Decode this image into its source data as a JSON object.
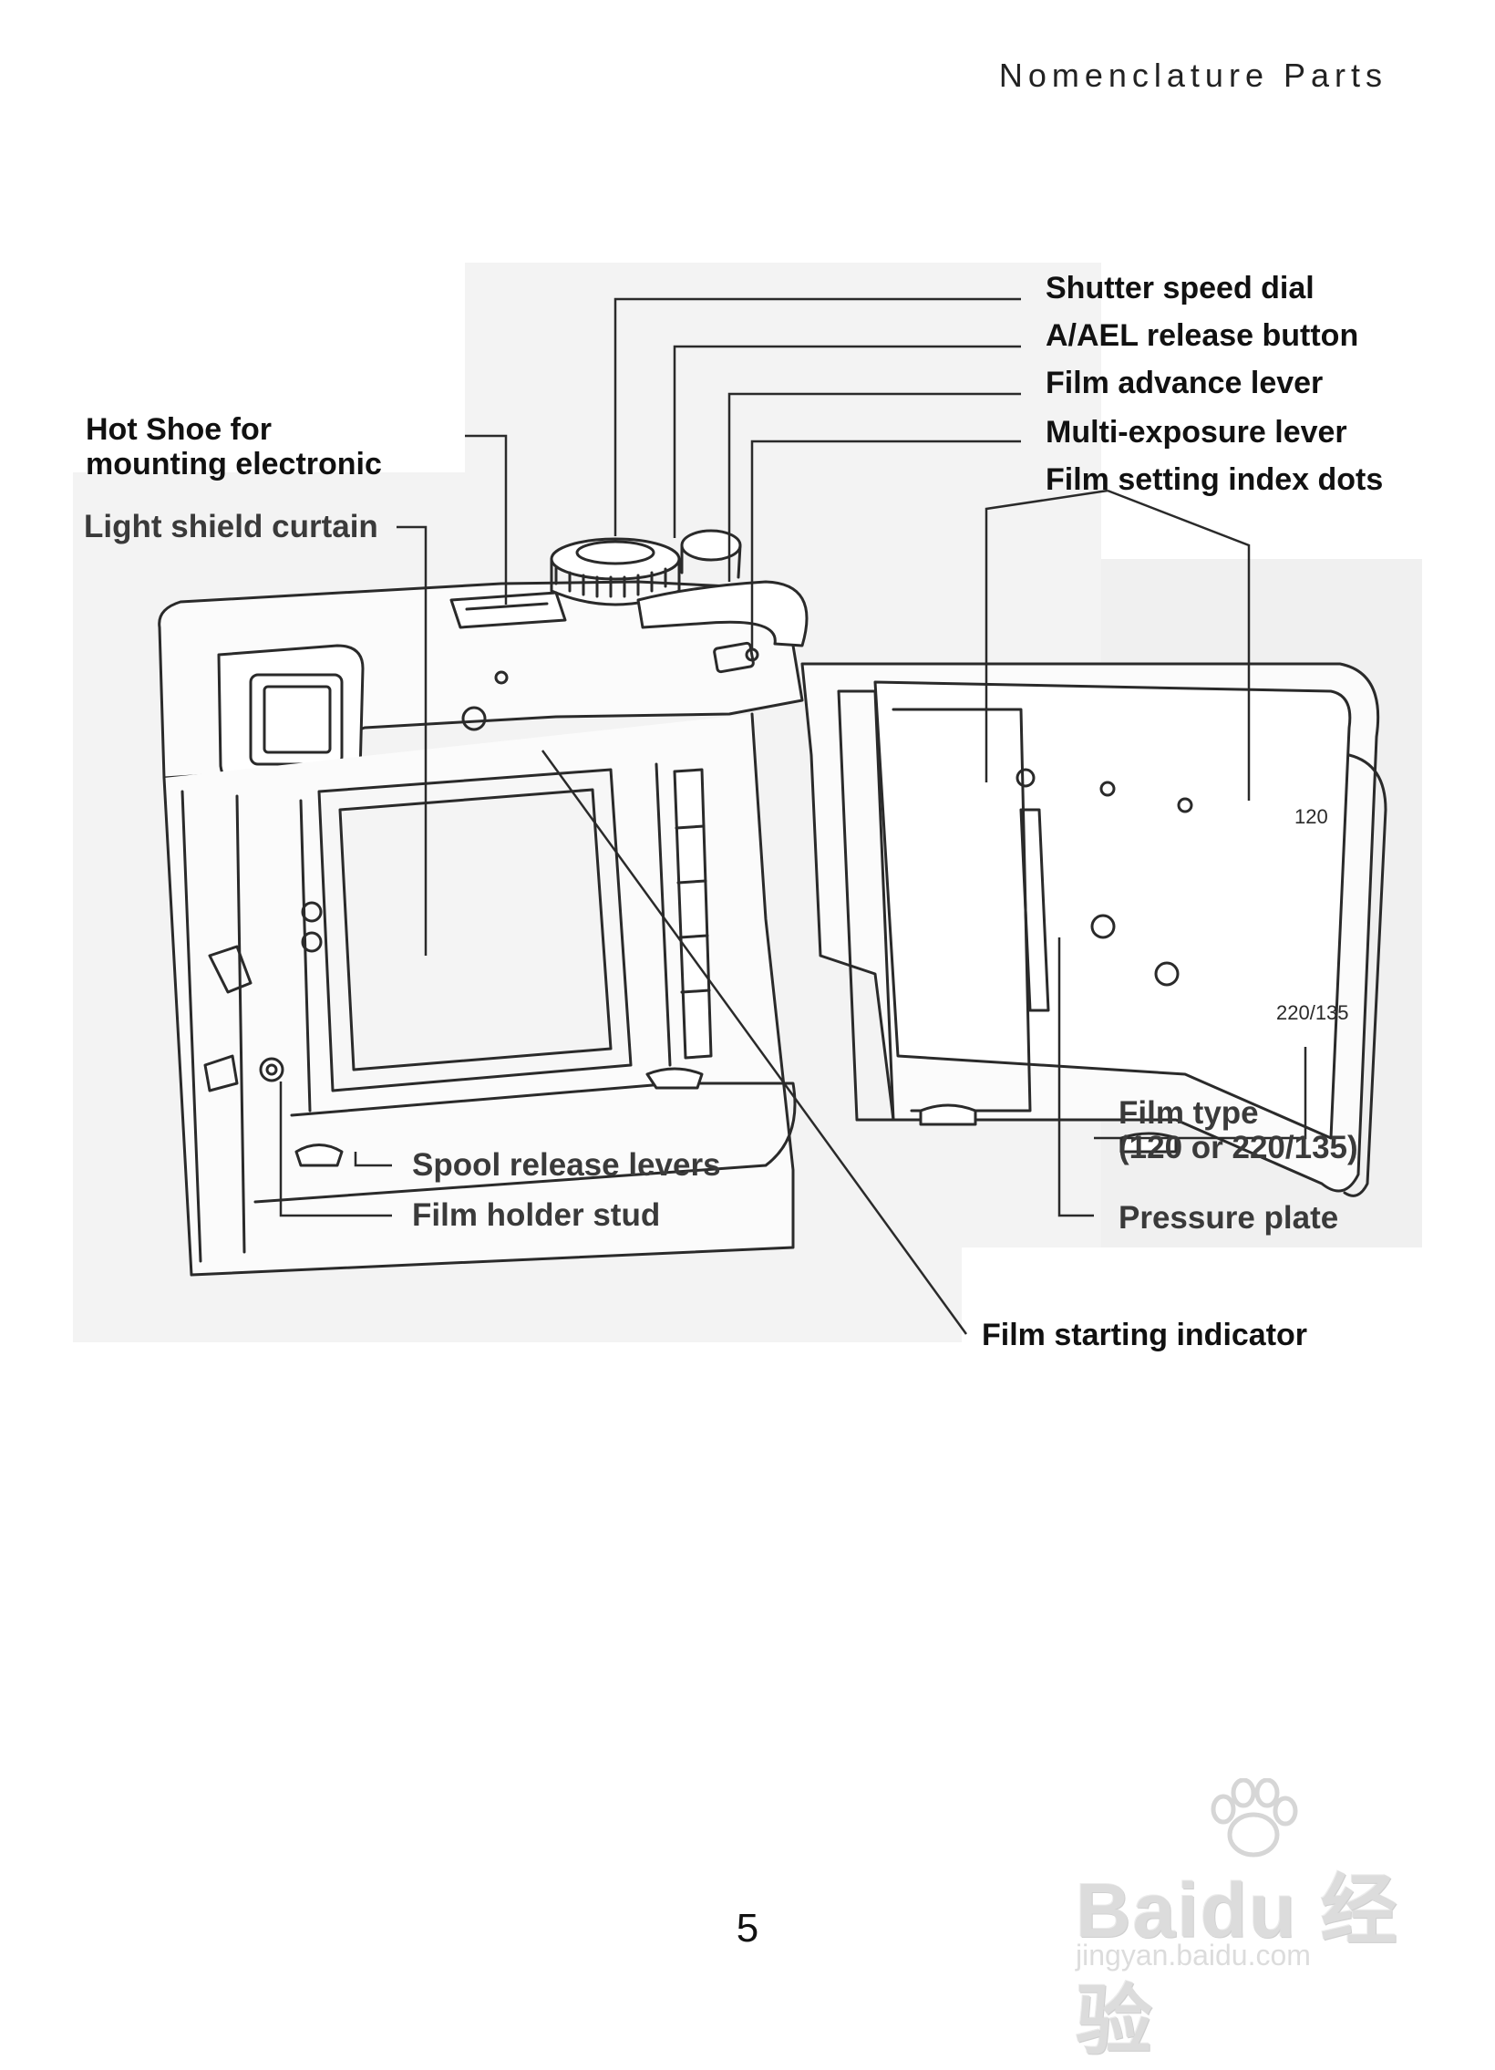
{
  "header": {
    "title": "Nomenclature Parts"
  },
  "figure": {
    "labels_right_top": [
      "Shutter speed dial",
      "A/AEL release button",
      "Film advance lever",
      "Multi-exposure lever",
      "Film setting index dots"
    ],
    "label_hot_shoe": "Hot Shoe for\nmounting electronic",
    "label_light_shield": "Light shield curtain",
    "label_spool_release": "Spool release levers",
    "label_film_holder": "Film holder stud",
    "label_film_type": "Film type\n(120 or 220/135)",
    "label_pressure_plate": "Pressure plate",
    "label_film_starting": "Film starting indicator",
    "plate_mark_120": "120",
    "plate_mark_220": "220/135"
  },
  "footer": {
    "page_number": "5"
  },
  "watermark": {
    "logo": "Baidu 经验",
    "url": "jingyan.baidu.com"
  }
}
